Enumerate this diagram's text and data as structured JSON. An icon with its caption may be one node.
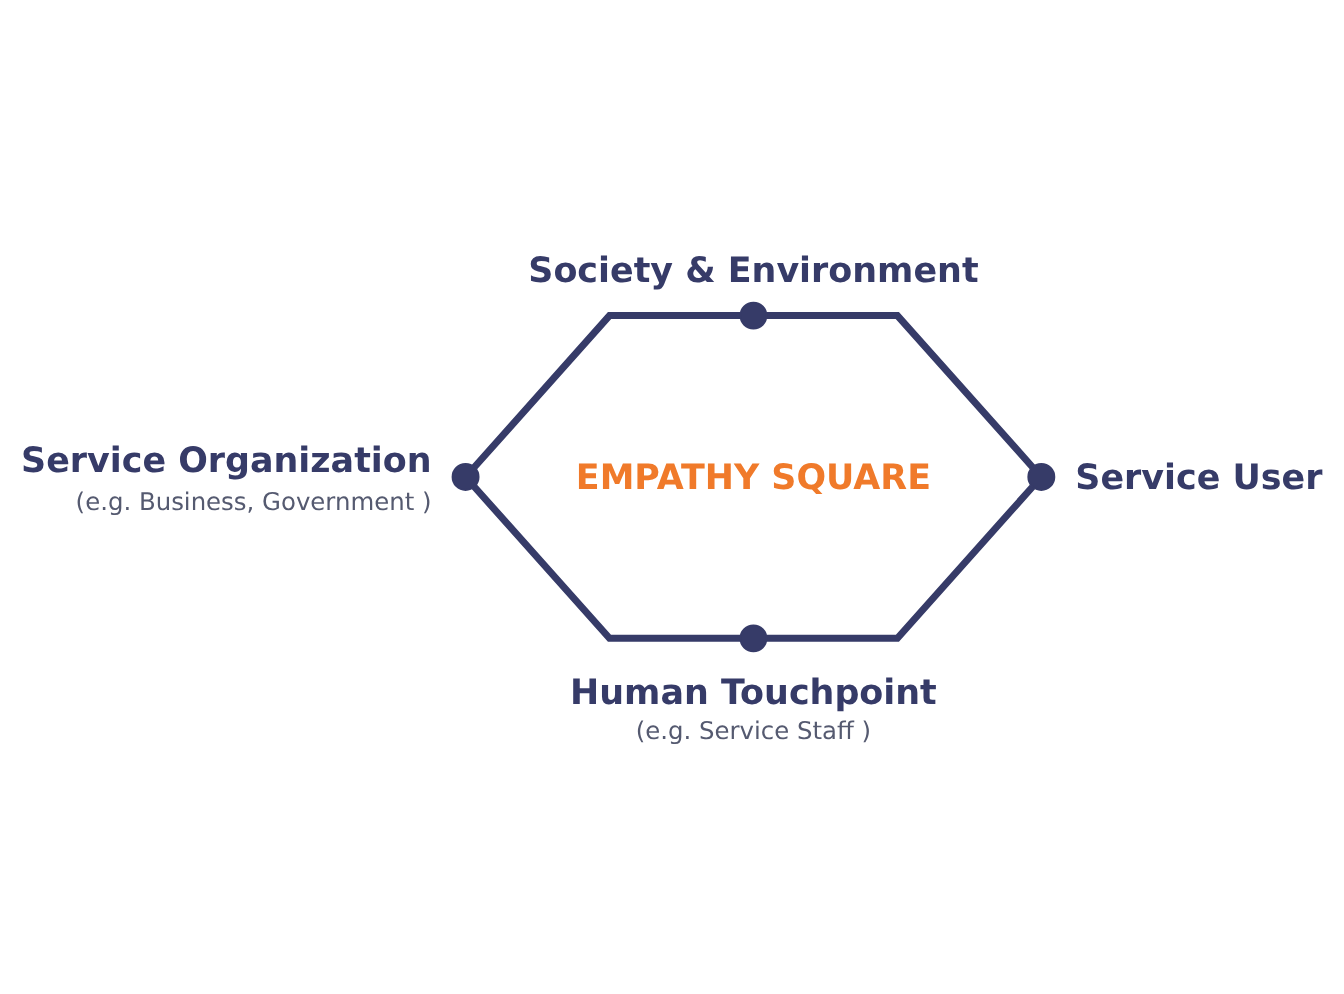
{
  "diagram": {
    "nodes": [
      {
        "text": [],
        "shape": "circle",
        "beside": [
          "Society & Environment"
        ]
      },
      {
        "text": [],
        "shape": "circle",
        "beside": [
          "Service Organization",
          "(e.g. Business, Government )"
        ]
      },
      {
        "text": [],
        "shape": "circle",
        "beside": [
          "Service User"
        ]
      },
      {
        "text": [],
        "shape": "circle",
        "beside": [
          "Human Touchpoint",
          "(e.g. Service Staff )"
        ]
      }
    ],
    "edges": [
      {
        "from": 1,
        "to": 0,
        "arrow": "none"
      },
      {
        "from": 0,
        "to": 2,
        "arrow": "none"
      },
      {
        "from": 1,
        "to": 3,
        "arrow": "none"
      },
      {
        "from": 3,
        "to": 2,
        "arrow": "none"
      }
    ],
    "labels": [
      "EMPATHY SQUARE"
    ]
  }
}
